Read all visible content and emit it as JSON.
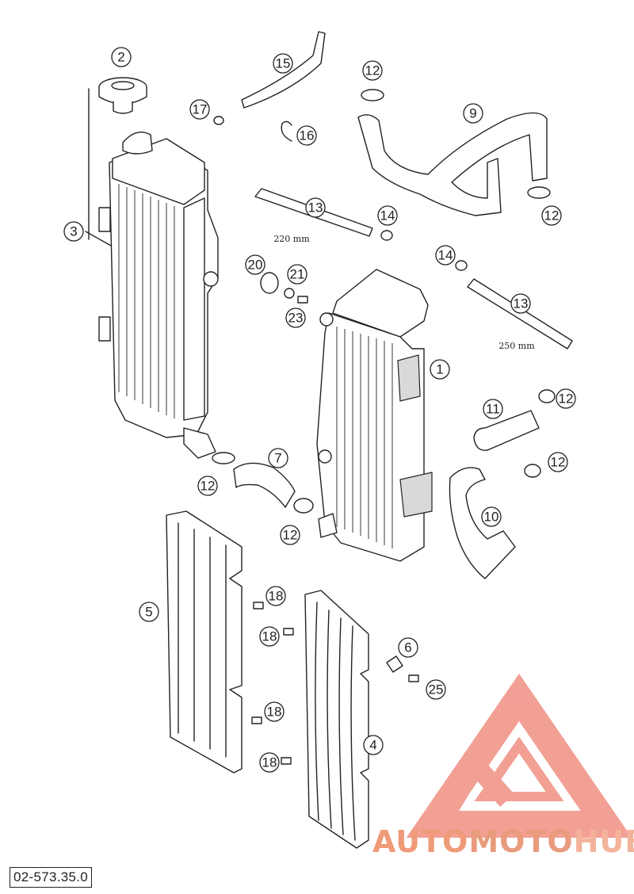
{
  "diagram": {
    "reference_code": "02-573.35.0",
    "callouts": [
      "1",
      "2",
      "3",
      "4",
      "5",
      "6",
      "7",
      "9",
      "10",
      "11",
      "12",
      "13",
      "14",
      "15",
      "16",
      "17",
      "18",
      "20",
      "21",
      "23",
      "25"
    ],
    "dimension_labels": {
      "hose_upper": "220 mm",
      "hose_right": "250 mm"
    }
  },
  "watermark": {
    "parts": [
      "AUTO",
      "MOTO",
      "HUB"
    ],
    "colors": {
      "logo": "#f08f82",
      "text_auto": "#ef9a78",
      "text_moto": "#e89b7d",
      "text_hub": "#f3b39a"
    }
  }
}
